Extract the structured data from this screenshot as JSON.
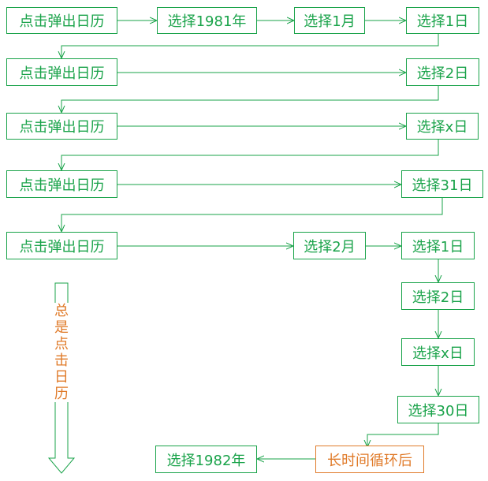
{
  "nodes": {
    "row1_click": "点击弹出日历",
    "row1_year": "选择1981年",
    "row1_month": "选择1月",
    "row1_day": "选择1日",
    "row2_click": "点击弹出日历",
    "row2_day": "选择2日",
    "row3_click": "点击弹出日历",
    "row3_day": "选择x日",
    "row4_click": "点击弹出日历",
    "row4_day": "选择31日",
    "row5_click": "点击弹出日历",
    "row5_month": "选择2月",
    "row5_day": "选择1日",
    "col_day2": "选择2日",
    "col_dayx": "选择x日",
    "col_day30": "选择30日",
    "long_loop": "长时间循环后",
    "final_year": "选择1982年"
  },
  "side_note": "总是点击日历",
  "colors": {
    "flow": "#1aa34a",
    "highlight": "#e07b2a"
  }
}
